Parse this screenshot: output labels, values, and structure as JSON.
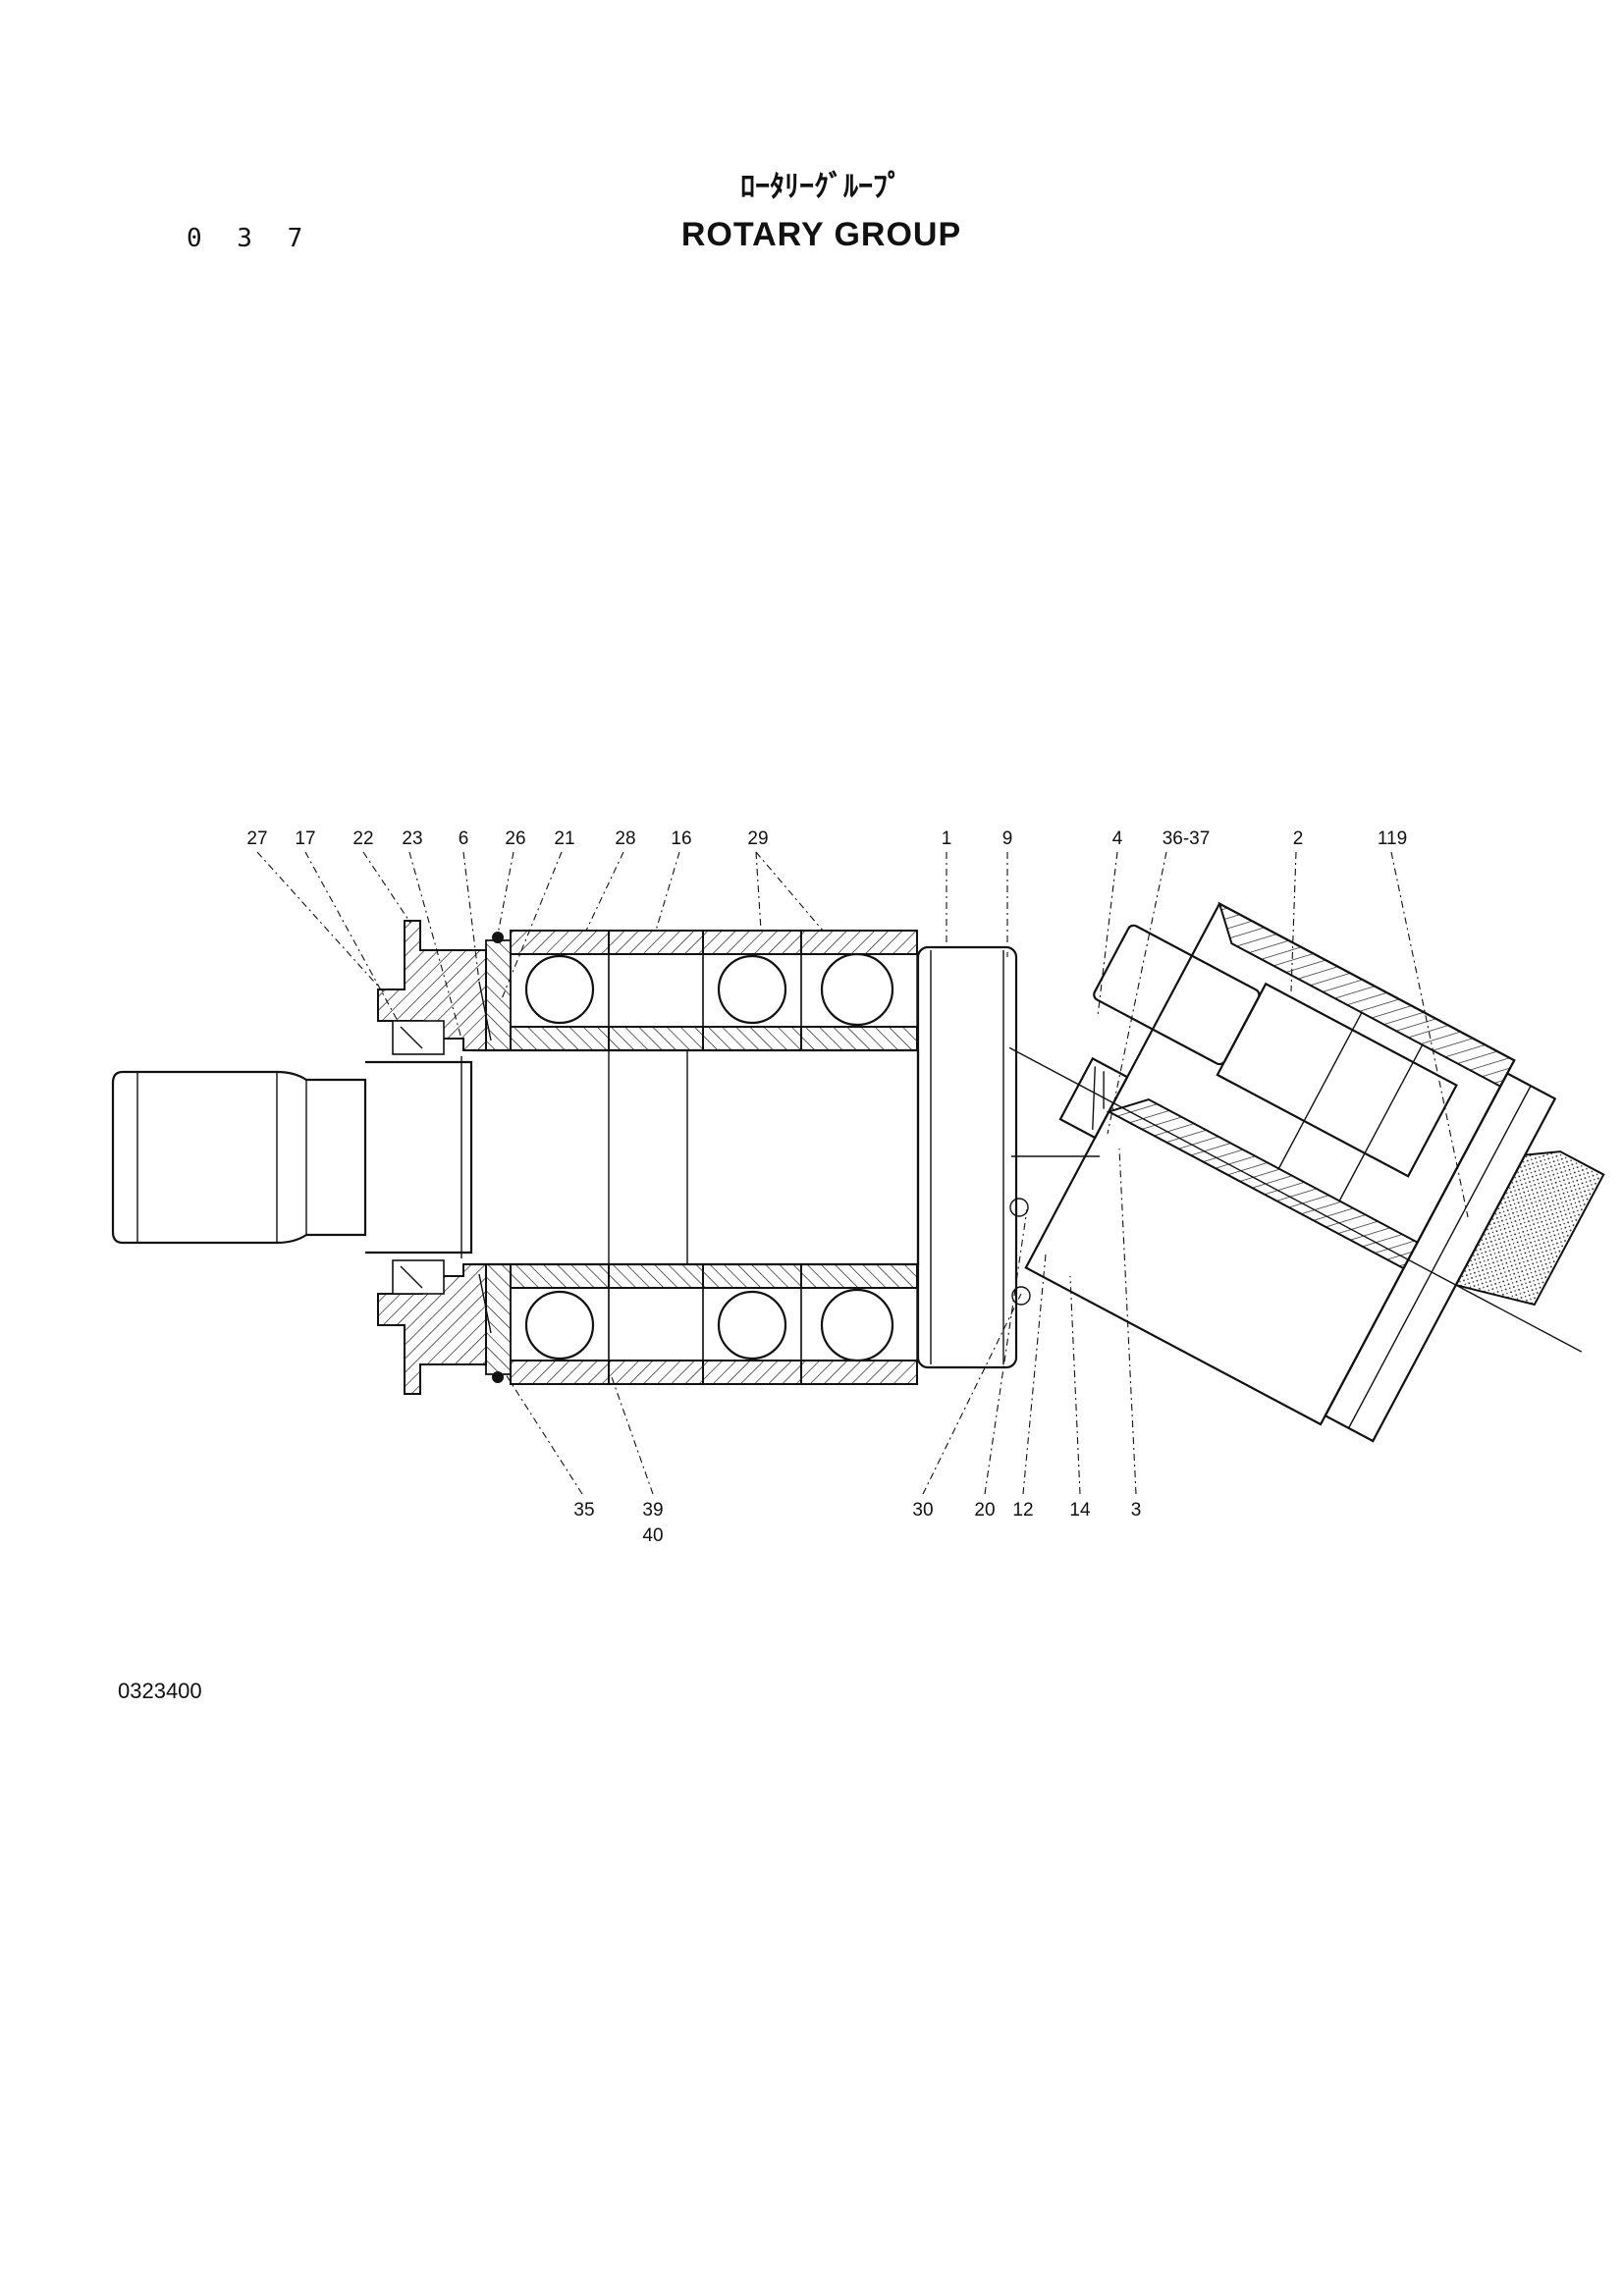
{
  "header": {
    "page_number": "0 3 7",
    "title_jp": "ﾛｰﾀﾘｰｸﾞﾙｰﾌﾟ",
    "title_en": "ROTARY GROUP"
  },
  "footer": {
    "drawing_number": "0323400"
  },
  "callouts": {
    "top": [
      "27",
      "17",
      "22",
      "23",
      "6",
      "26",
      "21",
      "28",
      "16",
      "29",
      "1",
      "9",
      "4",
      "36-37",
      "2",
      "119"
    ],
    "bottom": [
      "35",
      "39",
      "40",
      "30",
      "20",
      "12",
      "14",
      "3"
    ]
  }
}
